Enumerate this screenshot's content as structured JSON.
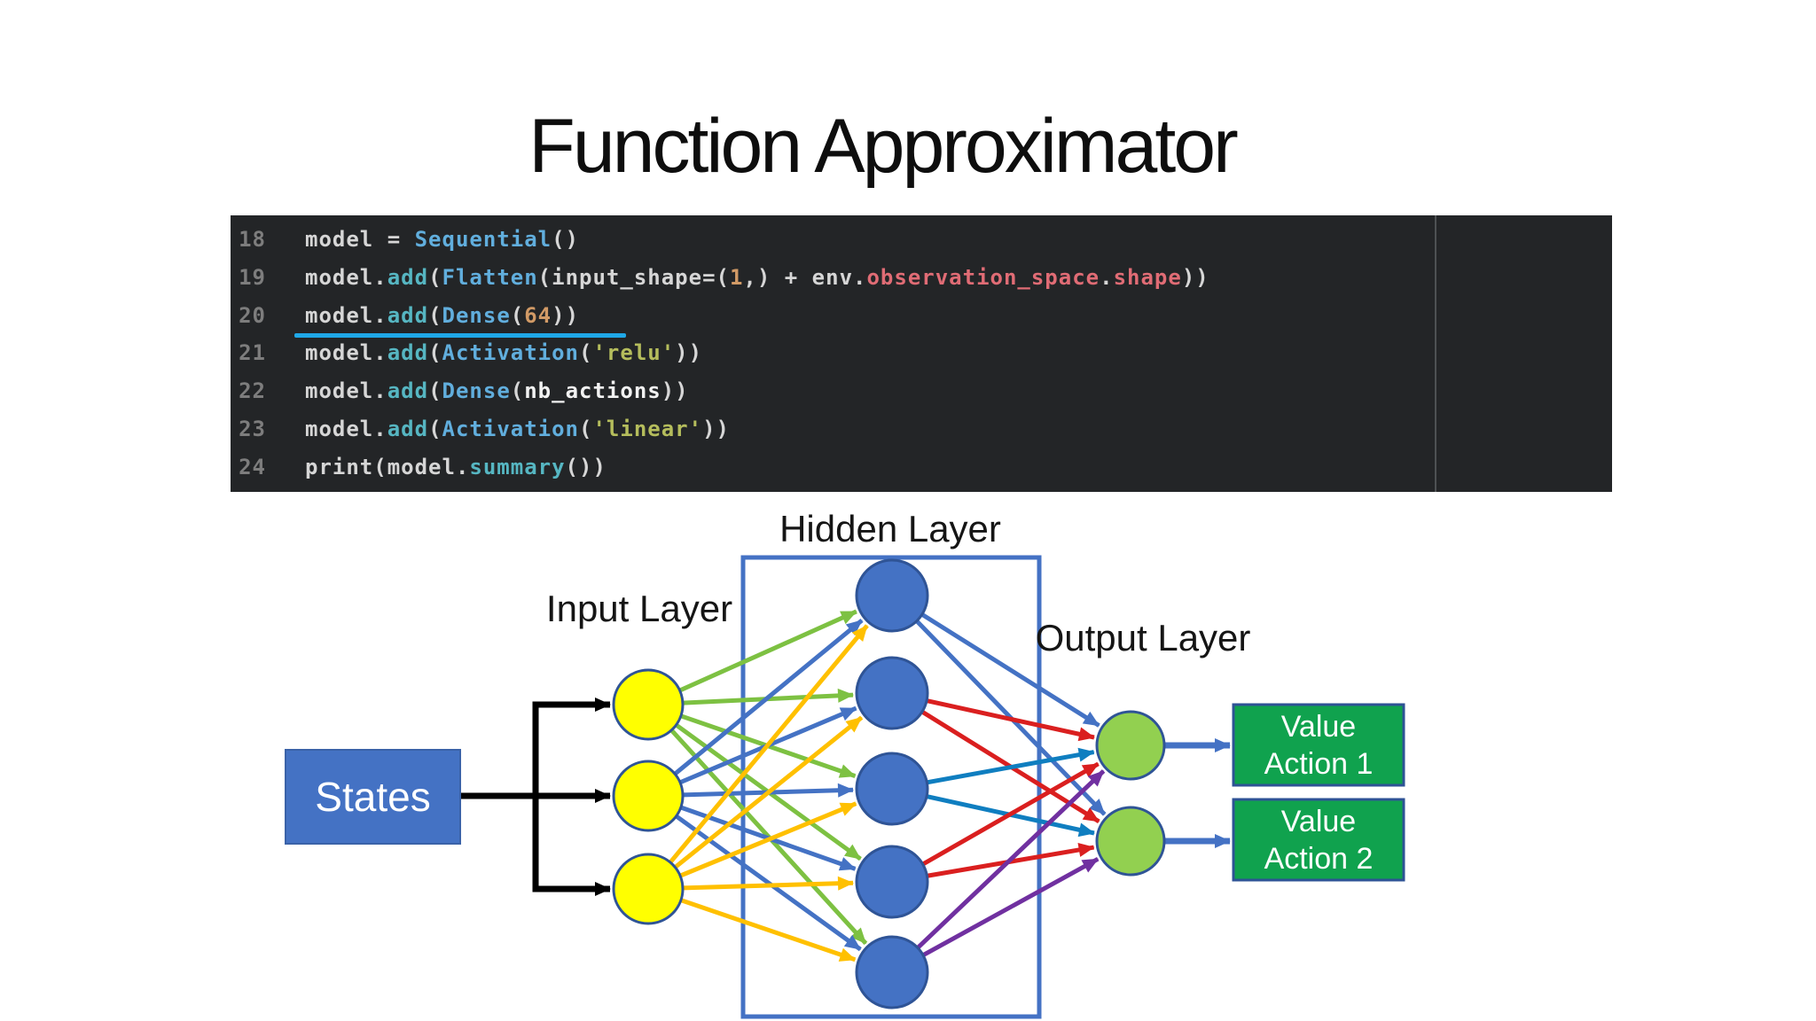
{
  "title": "Function Approximator",
  "code": {
    "lines": [
      {
        "num": "18",
        "tokens": [
          {
            "t": "model = ",
            "c": "default"
          },
          {
            "t": "Sequential",
            "c": "class"
          },
          {
            "t": "()",
            "c": "default"
          }
        ]
      },
      {
        "num": "19",
        "tokens": [
          {
            "t": "model.",
            "c": "default"
          },
          {
            "t": "add",
            "c": "function"
          },
          {
            "t": "(",
            "c": "default"
          },
          {
            "t": "Flatten",
            "c": "class"
          },
          {
            "t": "(input_shape=(",
            "c": "default"
          },
          {
            "t": "1",
            "c": "number"
          },
          {
            "t": ",) + env.",
            "c": "default"
          },
          {
            "t": "observation_space",
            "c": "property"
          },
          {
            "t": ".",
            "c": "default"
          },
          {
            "t": "shape",
            "c": "property"
          },
          {
            "t": "))",
            "c": "default"
          }
        ]
      },
      {
        "num": "20",
        "tokens": [
          {
            "t": "model.",
            "c": "default"
          },
          {
            "t": "add",
            "c": "function"
          },
          {
            "t": "(",
            "c": "default"
          },
          {
            "t": "Dense",
            "c": "class"
          },
          {
            "t": "(",
            "c": "default"
          },
          {
            "t": "64",
            "c": "number"
          },
          {
            "t": "))",
            "c": "default"
          }
        ]
      },
      {
        "num": "21",
        "tokens": [
          {
            "t": "model.",
            "c": "default"
          },
          {
            "t": "add",
            "c": "function"
          },
          {
            "t": "(",
            "c": "default"
          },
          {
            "t": "Activation",
            "c": "class"
          },
          {
            "t": "(",
            "c": "default"
          },
          {
            "t": "'relu'",
            "c": "string"
          },
          {
            "t": "))",
            "c": "default"
          }
        ]
      },
      {
        "num": "22",
        "tokens": [
          {
            "t": "model.",
            "c": "default"
          },
          {
            "t": "add",
            "c": "function"
          },
          {
            "t": "(",
            "c": "default"
          },
          {
            "t": "Dense",
            "c": "class"
          },
          {
            "t": "(",
            "c": "default"
          },
          {
            "t": "nb_actions",
            "c": "variable"
          },
          {
            "t": "))",
            "c": "default"
          }
        ]
      },
      {
        "num": "23",
        "tokens": [
          {
            "t": "model.",
            "c": "default"
          },
          {
            "t": "add",
            "c": "function"
          },
          {
            "t": "(",
            "c": "default"
          },
          {
            "t": "Activation",
            "c": "class"
          },
          {
            "t": "(",
            "c": "default"
          },
          {
            "t": "'linear'",
            "c": "string"
          },
          {
            "t": "))",
            "c": "default"
          }
        ]
      },
      {
        "num": "24",
        "tokens": [
          {
            "t": "print(model.",
            "c": "default"
          },
          {
            "t": "summary",
            "c": "function"
          },
          {
            "t": "())",
            "c": "default"
          }
        ]
      }
    ],
    "highlighted_line": "20"
  },
  "code_colors": {
    "default": "#d6d6d6",
    "function": "#56b6c2",
    "class": "#61aedd",
    "number": "#d19a66",
    "string": "#b5bd5c",
    "property": "#e06c75",
    "variable": "#f2f2f2",
    "line_number": "#7d7d7d"
  },
  "diagram": {
    "labels": {
      "input": "Input Layer",
      "hidden": "Hidden Layer",
      "output": "Output Layer",
      "states": "States"
    },
    "value_boxes": [
      {
        "line1": "Value",
        "line2": "Action 1"
      },
      {
        "line1": "Value",
        "line2": "Action 2"
      }
    ],
    "counts": {
      "input_nodes": 3,
      "hidden_nodes": 5,
      "output_nodes": 2
    }
  },
  "colors": {
    "accent_blue": "#4472c4",
    "node_border": "#2f5496",
    "input_yellow": "#ffff00",
    "hidden_blue": "#4472c4",
    "output_green": "#92d050",
    "value_green": "#10a24e",
    "conn_green": "#7dc142",
    "conn_blue": "#4472c4",
    "conn_orange": "#ffc000",
    "conn_red": "#da1f1f",
    "conn_azure": "#0f7ec0",
    "conn_purple": "#7030a0",
    "conn_black": "#000000",
    "underline_blue": "#1fa8e8",
    "code_background": "#232527"
  }
}
